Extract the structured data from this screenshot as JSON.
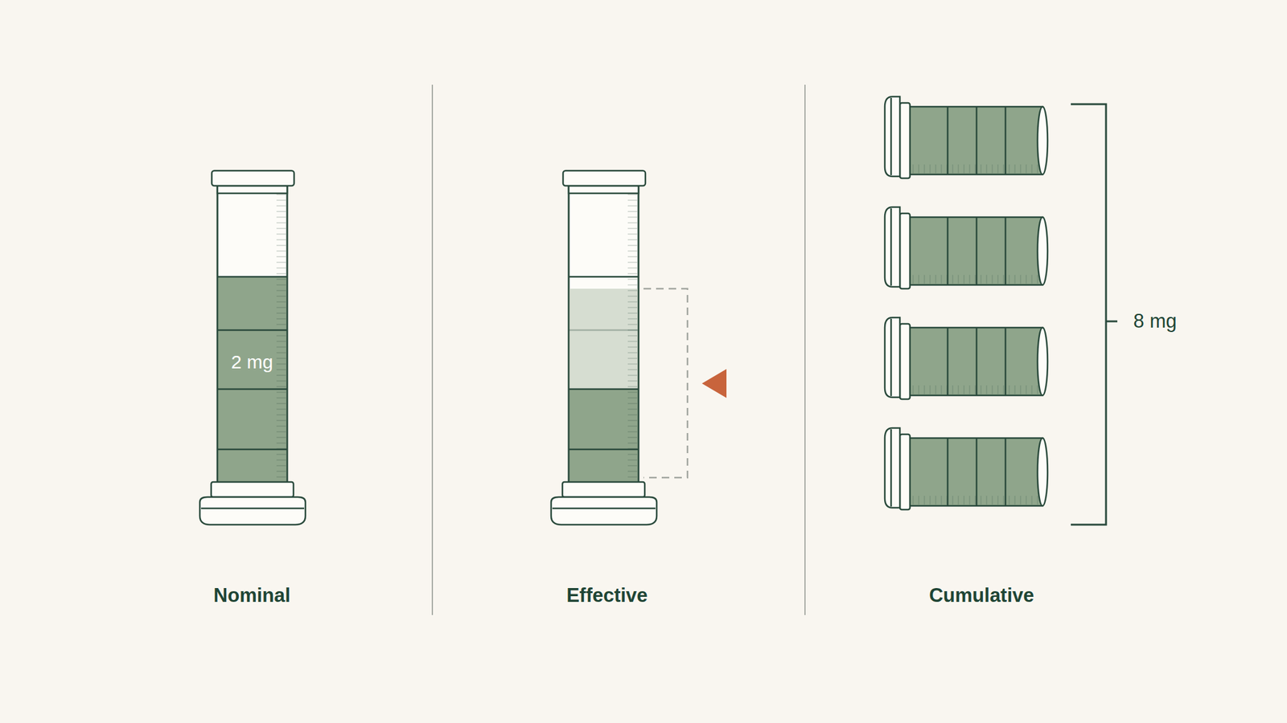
{
  "diagram": {
    "labels": [
      "2 mg",
      "Nominal",
      "Effective",
      "8 mg",
      "Cumulative"
    ]
  }
}
